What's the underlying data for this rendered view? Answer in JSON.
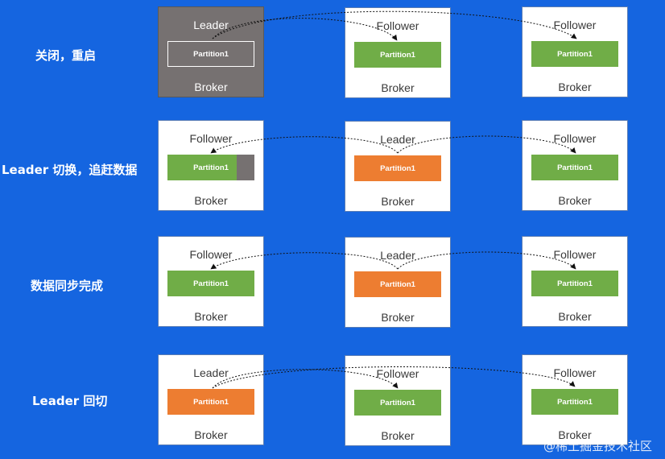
{
  "rows": [
    {
      "label": "关闭，重启",
      "brokers": [
        {
          "role": "Leader",
          "partition": "Partition1",
          "name": "Broker",
          "state": "down"
        },
        {
          "role": "Follower",
          "partition": "Partition1",
          "name": "Broker",
          "state": "follower"
        },
        {
          "role": "Follower",
          "partition": "Partition1",
          "name": "Broker",
          "state": "follower"
        }
      ]
    },
    {
      "label": "Leader 切换，追赶数据",
      "brokers": [
        {
          "role": "Follower",
          "partition": "Partition1",
          "name": "Broker",
          "state": "catching-up"
        },
        {
          "role": "Leader",
          "partition": "Partition1",
          "name": "Broker",
          "state": "leader"
        },
        {
          "role": "Follower",
          "partition": "Partition1",
          "name": "Broker",
          "state": "follower"
        }
      ]
    },
    {
      "label": "数据同步完成",
      "brokers": [
        {
          "role": "Follower",
          "partition": "Partition1",
          "name": "Broker",
          "state": "follower"
        },
        {
          "role": "Leader",
          "partition": "Partition1",
          "name": "Broker",
          "state": "leader"
        },
        {
          "role": "Follower",
          "partition": "Partition1",
          "name": "Broker",
          "state": "follower"
        }
      ]
    },
    {
      "label": "Leader 回切",
      "brokers": [
        {
          "role": "Leader",
          "partition": "Partition1",
          "name": "Broker",
          "state": "leader"
        },
        {
          "role": "Follower",
          "partition": "Partition1",
          "name": "Broker",
          "state": "follower"
        },
        {
          "role": "Follower",
          "partition": "Partition1",
          "name": "Broker",
          "state": "follower"
        }
      ]
    }
  ],
  "watermark": "@稀土掘金技术社区",
  "colors": {
    "background": "#1565e0",
    "leader_partition": "#ed7d31",
    "follower_partition": "#70ad47",
    "down_broker": "#767171"
  }
}
